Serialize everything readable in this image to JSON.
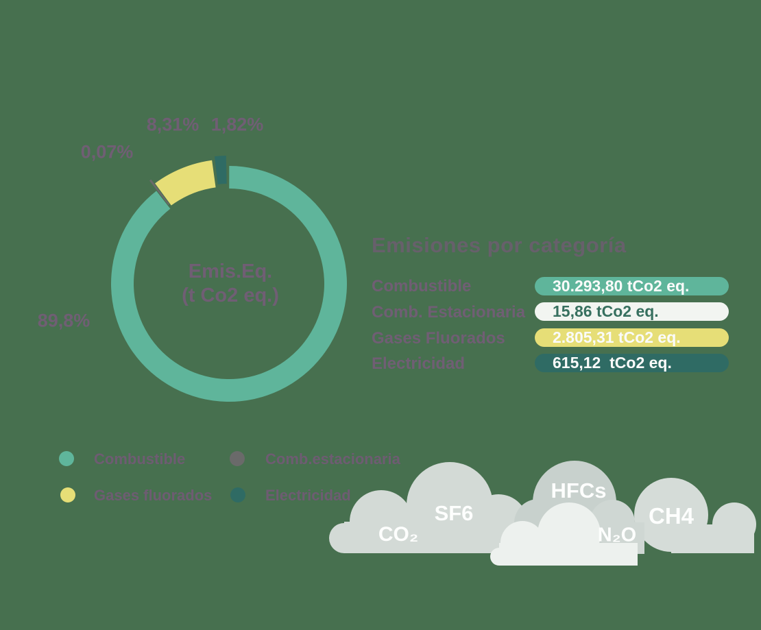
{
  "colors": {
    "background": "#47704F",
    "combustible": "#5FB59B",
    "comb_estacionaria": "#6A6A6A",
    "gases_fluorados": "#E6DE77",
    "electricidad": "#2F6B64",
    "text_purple": "#705E74",
    "title_text": "#67606B",
    "badge_white": "#F2F5F1",
    "badge_white_text": "#37705F",
    "badge_light_text": "#FAFBFA",
    "cloud_back": "#D3DAD6",
    "cloud_dark": "#C8D1CD",
    "cloud_n2o": "#CFD7D3",
    "cloud_ch4": "#D5DCD8",
    "cloud_front": "#EDF1EE",
    "cloud_label": "#FDFEFD"
  },
  "donut": {
    "center_line1": "Emis.Eq.",
    "center_line2": "(t Co2 eq.)",
    "pct_labels": {
      "combustible": "89,8%",
      "comb_estacionaria": "0,07%",
      "gases_fluorados": "8,31%",
      "electricidad": "1,82%"
    }
  },
  "panel": {
    "title": "Emisiones por categoría",
    "rows": [
      {
        "label": "Combustible",
        "value": "30.293,80 tCo2 eq."
      },
      {
        "label": "Comb. Estacionaria",
        "value": "15,86 tCo2 eq."
      },
      {
        "label": "Gases Fluorados",
        "value": "2.805,31 tCo2 eq."
      },
      {
        "label": "Electricidad",
        "value": "615,12  tCo2 eq."
      }
    ]
  },
  "legend": {
    "items": [
      {
        "label": "Combustible"
      },
      {
        "label": "Comb.estacionaria"
      },
      {
        "label": "Gases fluorados"
      },
      {
        "label": "Electricidad"
      }
    ]
  },
  "clouds": {
    "labels": {
      "co2": "CO₂",
      "sf6": "SF6",
      "hfcs": "HFCs",
      "n2o": "N₂O",
      "ch4": "CH4"
    }
  },
  "chart_data": {
    "type": "pie",
    "subtype": "donut",
    "title": "Emisiones por categoría",
    "center_label": "Emis.Eq. (t Co2 eq.)",
    "unit": "tCo2 eq.",
    "categories": [
      "Combustible",
      "Comb. Estacionaria",
      "Gases Fluorados",
      "Electricidad"
    ],
    "values": [
      30293.8,
      15.86,
      2805.31,
      615.12
    ],
    "percentages": [
      89.8,
      0.07,
      8.31,
      1.82
    ],
    "value_labels": [
      "30.293,80 tCo2 eq.",
      "15,86 tCo2 eq.",
      "2.805,31 tCo2 eq.",
      "615,12  tCo2 eq."
    ],
    "colors": [
      "#5FB59B",
      "#6A6A6A",
      "#E6DE77",
      "#2F6B64"
    ],
    "legend_position": "bottom-left",
    "start_angle_deg": 0,
    "direction": "clockwise",
    "gas_clouds": [
      "CO₂",
      "SF6",
      "HFCs",
      "N₂O",
      "CH4"
    ]
  }
}
